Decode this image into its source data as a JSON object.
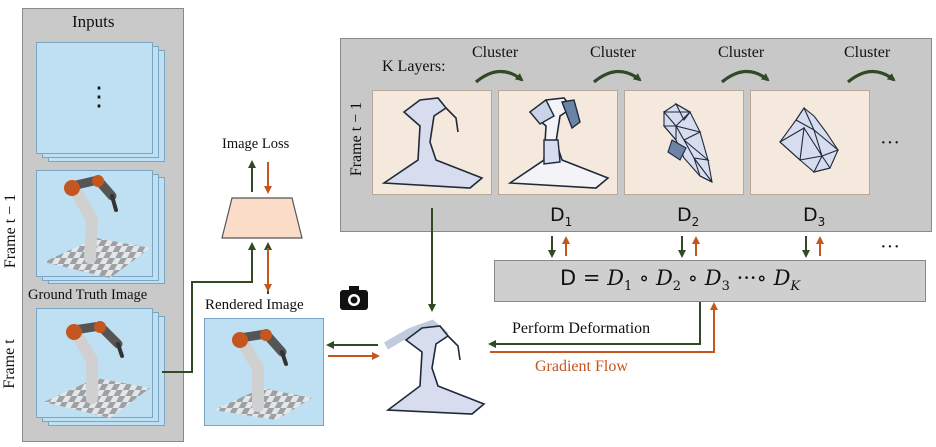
{
  "inputs_title": "Inputs",
  "frame_t_minus_1_left": "Frame t − 1",
  "frame_t_left": "Frame t",
  "ground_truth_label": "Ground Truth Image",
  "dots_vertical": "⋮",
  "image_loss_label": "Image Loss",
  "rendered_image_label": "Rendered Image",
  "camera_icon": "camera-icon",
  "k_layers_label": "K Layers:",
  "cluster_labels": [
    "Cluster",
    "Cluster",
    "Cluster",
    "Cluster"
  ],
  "frame_t_minus_1_panel": "Frame t − 1",
  "ellipsis_panel": "···",
  "ellipsis_right": "···",
  "d_labels": [
    "D1",
    "D2",
    "D3"
  ],
  "d_sub": [
    "1",
    "2",
    "3"
  ],
  "deformation_formula": {
    "lhs": "D",
    "eq": "=",
    "terms": [
      {
        "base": "D",
        "sub": "1"
      },
      {
        "base": "D",
        "sub": "2"
      },
      {
        "base": "D",
        "sub": "3"
      },
      {
        "base": "D",
        "sub": "K"
      }
    ],
    "ops": [
      "∘",
      "∘",
      "···∘"
    ]
  },
  "perform_deformation_label": "Perform Deformation",
  "gradient_flow_label": "Gradient Flow",
  "colors": {
    "forward": "#2f4a25",
    "backward": "#c4561f",
    "panel_gray": "#c8c8c8",
    "input_blue": "#bfe0f2",
    "layer_bg": "#f5e8dc",
    "shape_fill": "#d7ddee",
    "shape_stroke": "#1e2a3a",
    "loss_fill": "#fbdcc9"
  }
}
